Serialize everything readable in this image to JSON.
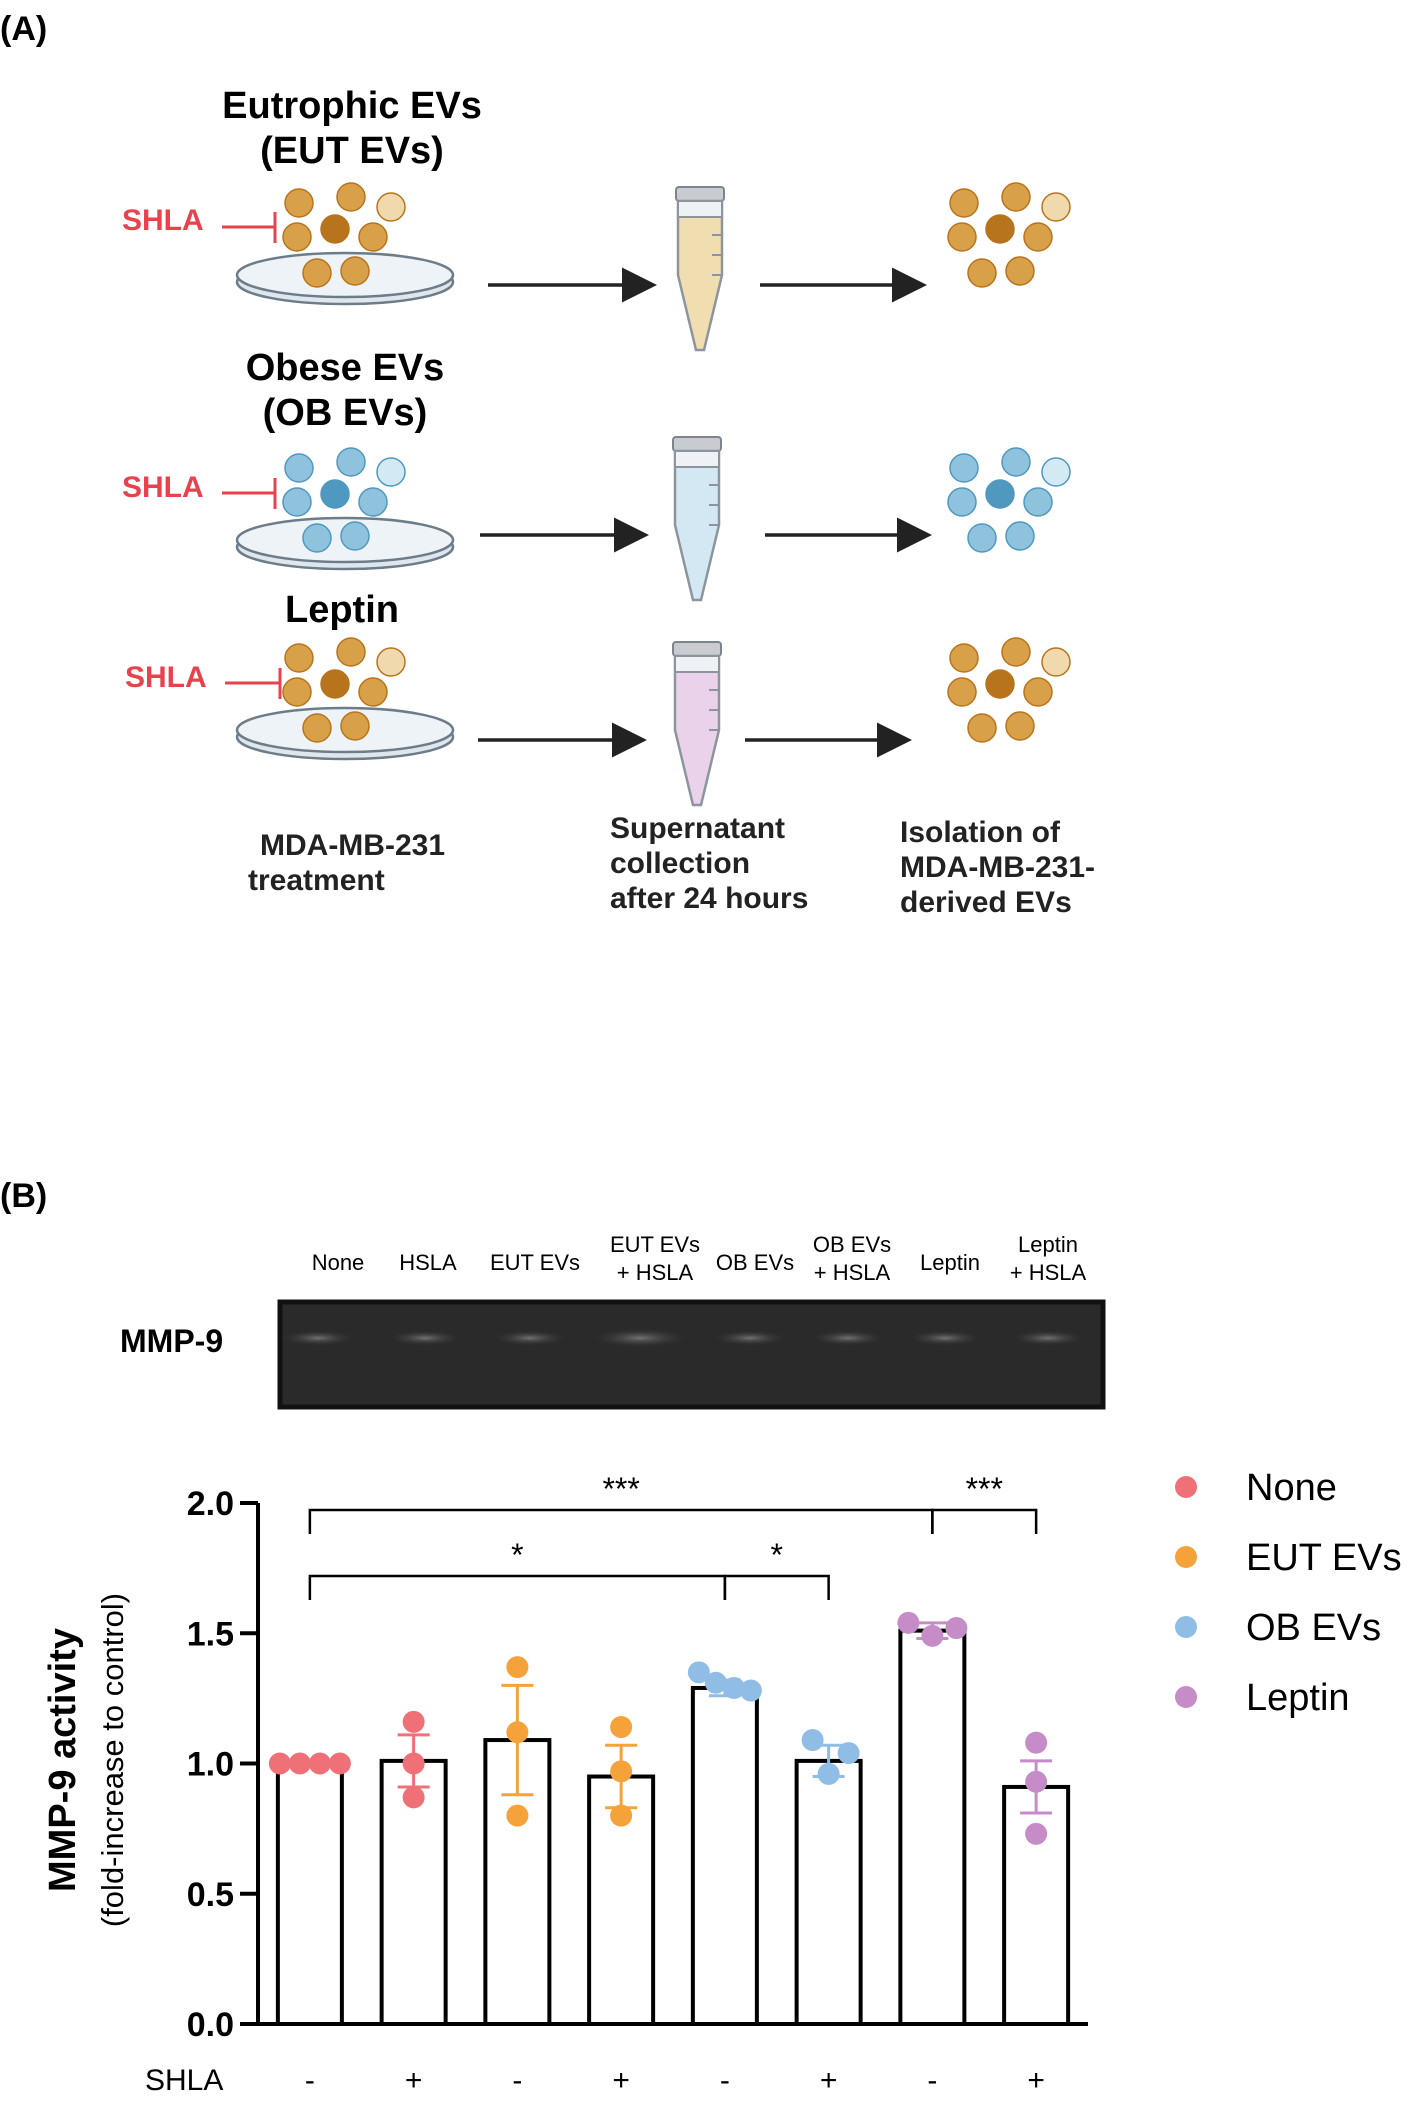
{
  "panel_a": {
    "label": "(A)",
    "rows": [
      {
        "title_line1": "Eutrophic EVs",
        "title_line2": "(EUT EVs)",
        "inhibitor": "SHLA",
        "particle_color": "#d9a04a",
        "particle_dark": "#b8741c",
        "particle_light": "#f1d9ae",
        "tube_fill": "#f1deb0"
      },
      {
        "title_line1": "Obese EVs",
        "title_line2": "(OB EVs)",
        "inhibitor": "SHLA",
        "particle_color": "#8fc3dd",
        "particle_dark": "#4f98bf",
        "particle_light": "#d3e9f3",
        "tube_fill": "#d3e8f3"
      },
      {
        "title_line1": "Leptin",
        "title_line2": "",
        "inhibitor": "SHLA",
        "particle_color": "#d9a04a",
        "particle_dark": "#b8741c",
        "particle_light": "#f1d9ae",
        "tube_fill": "#ead3ea"
      }
    ],
    "step_treatment": [
      "MDA-MB-231",
      "treatment"
    ],
    "step_collection": [
      "Supernatant",
      "collection",
      "after 24 hours"
    ],
    "step_isolation": [
      "Isolation of",
      "MDA-MB-231-",
      "derived EVs"
    ],
    "inhibitor_color": "#e8424d"
  },
  "panel_b": {
    "label": "(B)",
    "blot_label": "MMP-9",
    "lanes": [
      {
        "line1": "None",
        "line2": ""
      },
      {
        "line1": "HSLA",
        "line2": ""
      },
      {
        "line1": "EUT EVs",
        "line2": ""
      },
      {
        "line1": "EUT EVs",
        "line2": "+ HSLA"
      },
      {
        "line1": "OB EVs",
        "line2": ""
      },
      {
        "line1": "OB EVs",
        "line2": "+ HSLA"
      },
      {
        "line1": "Leptin",
        "line2": ""
      },
      {
        "line1": "Leptin",
        "line2": "+ HSLA"
      }
    ]
  },
  "chart_data": {
    "type": "bar",
    "ylabel": "MMP-9 activity",
    "ylabel_sub": "(fold-increase to control)",
    "ylim": [
      0,
      2.0
    ],
    "yticks": [
      "0.0",
      "0.5",
      "1.0",
      "1.5",
      "2.0"
    ],
    "xrow_label": "SHLA",
    "categories": [
      "-",
      "+",
      "-",
      "+",
      "-",
      "+",
      "-",
      "+"
    ],
    "groups": [
      "None",
      "None",
      "EUT EVs",
      "EUT EVs",
      "OB EVs",
      "OB EVs",
      "Leptin",
      "Leptin"
    ],
    "values": [
      1.0,
      1.01,
      1.09,
      0.95,
      1.29,
      1.01,
      1.51,
      0.91
    ],
    "errors": [
      0.0,
      0.1,
      0.21,
      0.12,
      0.03,
      0.06,
      0.03,
      0.1
    ],
    "points": [
      [
        1.0,
        1.0,
        1.0,
        1.0
      ],
      [
        1.16,
        1.0,
        0.87
      ],
      [
        1.37,
        1.12,
        0.8
      ],
      [
        1.14,
        0.97,
        0.8
      ],
      [
        1.35,
        1.31,
        1.29,
        1.28
      ],
      [
        1.09,
        0.96,
        1.04
      ],
      [
        1.54,
        1.49,
        1.52
      ],
      [
        1.08,
        0.93,
        0.73
      ]
    ],
    "legend": [
      {
        "name": "None",
        "color": "#f07078"
      },
      {
        "name": "EUT EVs",
        "color": "#f5a23a"
      },
      {
        "name": "OB EVs",
        "color": "#8fbde6"
      },
      {
        "name": "Leptin",
        "color": "#c58cc8"
      }
    ],
    "significance": [
      {
        "from": 0,
        "to": 6,
        "label": "***",
        "level": 2.0
      },
      {
        "from": 6,
        "to": 7,
        "label": "***",
        "level": 2.0
      },
      {
        "from": 0,
        "to": 4,
        "label": "*",
        "level": 1.75
      },
      {
        "from": 4,
        "to": 5,
        "label": "*",
        "level": 1.75
      }
    ],
    "legend_placement": "right",
    "grid": false
  }
}
